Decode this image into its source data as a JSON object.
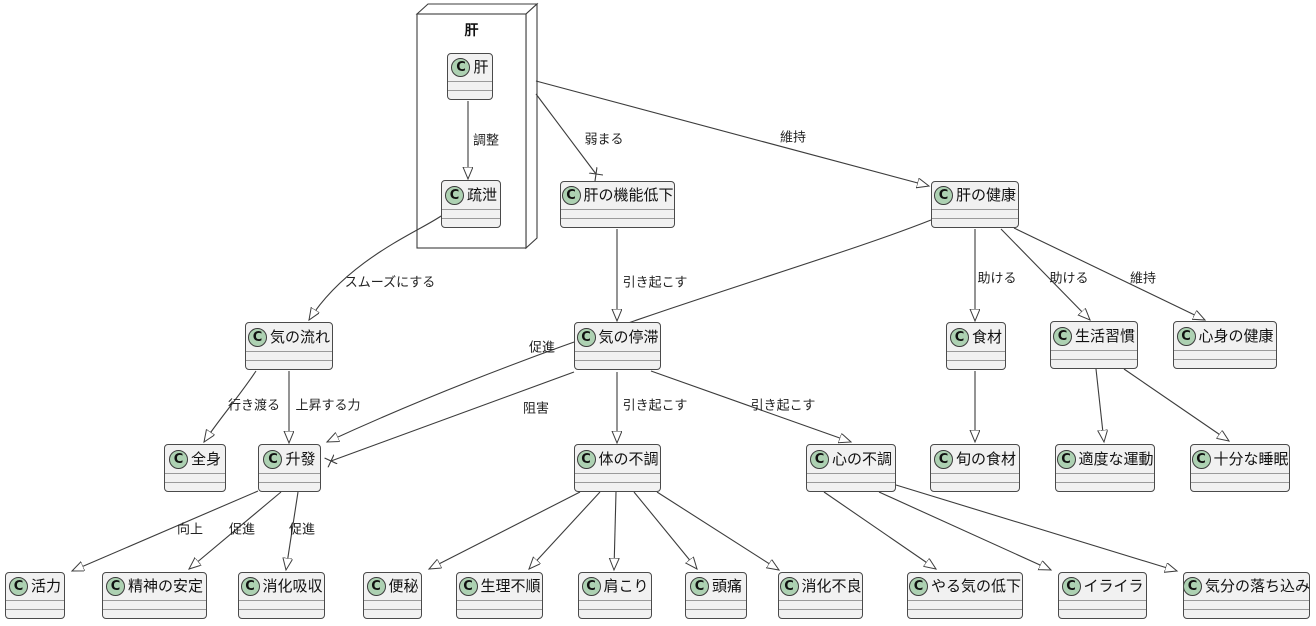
{
  "diagram": {
    "type": "uml-class-diagram",
    "package": {
      "title": "肝"
    },
    "class_icon_letter": "C",
    "colors": {
      "class_fill": "#F1F1F1",
      "class_border": "#4A4A4A",
      "circle_fill": "#ADD1B2",
      "line": "#3C3C3C",
      "background": "#FFFFFF"
    },
    "nodes": [
      {
        "id": "kan",
        "label": "肝",
        "in_package": true
      },
      {
        "id": "sosetsu",
        "label": "疏泄",
        "in_package": true
      },
      {
        "id": "kinou_teika",
        "label": "肝の機能低下"
      },
      {
        "id": "kan_kenkou",
        "label": "肝の健康"
      },
      {
        "id": "ki_nagare",
        "label": "気の流れ"
      },
      {
        "id": "ki_teitai",
        "label": "気の停滞"
      },
      {
        "id": "shokuzai",
        "label": "食材"
      },
      {
        "id": "seikatsu",
        "label": "生活習慣"
      },
      {
        "id": "shinshin",
        "label": "心身の健康"
      },
      {
        "id": "zenshin",
        "label": "全身"
      },
      {
        "id": "shouhatsu",
        "label": "升發"
      },
      {
        "id": "karada_fuchou",
        "label": "体の不調"
      },
      {
        "id": "kokoro_fuchou",
        "label": "心の不調"
      },
      {
        "id": "shun_shokuzai",
        "label": "旬の食材"
      },
      {
        "id": "tekido_undou",
        "label": "適度な運動"
      },
      {
        "id": "juubun_suimin",
        "label": "十分な睡眠"
      },
      {
        "id": "katsuryoku",
        "label": "活力"
      },
      {
        "id": "seishin_antei",
        "label": "精神の安定"
      },
      {
        "id": "shouka_kyuushuu",
        "label": "消化吸収"
      },
      {
        "id": "benpi",
        "label": "便秘"
      },
      {
        "id": "seiri_fujun",
        "label": "生理不順"
      },
      {
        "id": "katakori",
        "label": "肩こり"
      },
      {
        "id": "zutsuu",
        "label": "頭痛"
      },
      {
        "id": "shouka_furyou",
        "label": "消化不良"
      },
      {
        "id": "yaruki_teika",
        "label": "やる気の低下"
      },
      {
        "id": "iraira",
        "label": "イライラ"
      },
      {
        "id": "kibun_ochikomi",
        "label": "気分の落ち込み"
      }
    ],
    "edges": [
      {
        "from": "肝",
        "to": "疏泄",
        "label": "調整",
        "marker": "triangle"
      },
      {
        "from": "肝",
        "to": "肝の機能低下",
        "label": "弱まる",
        "marker": "cross"
      },
      {
        "from": "肝",
        "to": "肝の健康",
        "label": "維持",
        "marker": "triangle"
      },
      {
        "from": "疏泄",
        "to": "気の流れ",
        "label": "スムーズにする",
        "marker": "triangle"
      },
      {
        "from": "肝の機能低下",
        "to": "気の停滞",
        "label": "引き起こす",
        "marker": "triangle"
      },
      {
        "from": "肝の健康",
        "to": "升發",
        "label": "促進",
        "marker": "triangle"
      },
      {
        "from": "肝の健康",
        "to": "食材",
        "label": "助ける",
        "marker": "triangle"
      },
      {
        "from": "肝の健康",
        "to": "生活習慣",
        "label": "助ける",
        "marker": "triangle"
      },
      {
        "from": "肝の健康",
        "to": "心身の健康",
        "label": "維持",
        "marker": "triangle"
      },
      {
        "from": "気の流れ",
        "to": "全身",
        "label": "行き渡る",
        "marker": "triangle"
      },
      {
        "from": "気の流れ",
        "to": "升發",
        "label": "上昇する力",
        "marker": "triangle"
      },
      {
        "from": "気の停滞",
        "to": "升發",
        "label": "阻害",
        "marker": "cross"
      },
      {
        "from": "気の停滞",
        "to": "体の不調",
        "label": "引き起こす",
        "marker": "triangle"
      },
      {
        "from": "気の停滞",
        "to": "心の不調",
        "label": "引き起こす",
        "marker": "triangle"
      },
      {
        "from": "升發",
        "to": "活力",
        "label": "向上",
        "marker": "triangle"
      },
      {
        "from": "升發",
        "to": "精神の安定",
        "label": "促進",
        "marker": "triangle"
      },
      {
        "from": "升發",
        "to": "消化吸収",
        "label": "促進",
        "marker": "triangle"
      },
      {
        "from": "体の不調",
        "to": "便秘",
        "label": "",
        "marker": "triangle"
      },
      {
        "from": "体の不調",
        "to": "生理不順",
        "label": "",
        "marker": "triangle"
      },
      {
        "from": "体の不調",
        "to": "肩こり",
        "label": "",
        "marker": "triangle"
      },
      {
        "from": "体の不調",
        "to": "頭痛",
        "label": "",
        "marker": "triangle"
      },
      {
        "from": "体の不調",
        "to": "消化不良",
        "label": "",
        "marker": "triangle"
      },
      {
        "from": "心の不調",
        "to": "やる気の低下",
        "label": "",
        "marker": "triangle"
      },
      {
        "from": "心の不調",
        "to": "イライラ",
        "label": "",
        "marker": "triangle"
      },
      {
        "from": "心の不調",
        "to": "気分の落ち込み",
        "label": "",
        "marker": "triangle"
      },
      {
        "from": "食材",
        "to": "旬の食材",
        "label": "",
        "marker": "triangle"
      },
      {
        "from": "生活習慣",
        "to": "適度な運動",
        "label": "",
        "marker": "triangle"
      },
      {
        "from": "生活習慣",
        "to": "十分な睡眠",
        "label": "",
        "marker": "triangle"
      }
    ]
  }
}
